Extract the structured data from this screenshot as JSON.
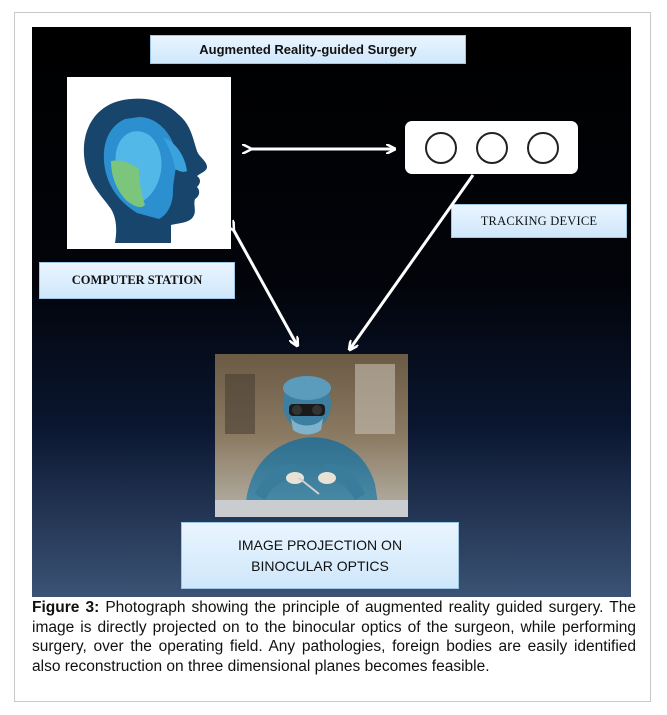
{
  "diagram": {
    "title": "Augmented Reality-guided Surgery",
    "computer_station_label": "COMPUTER STATION",
    "tracking_device_label": "TRACKING DEVICE",
    "projection_label_line1": "IMAGE PROJECTION ON",
    "projection_label_line2": "BINOCULAR OPTICS",
    "tracker_markers": 3
  },
  "caption": {
    "figure_label": "Figure 3:",
    "text": " Photograph showing the principle of augmented reality guided surgery. The image is directly projected on to the binocular optics of the surgeon, while performing surgery, over the operating field. Any pathologies, foreign bodies are easily identified also reconstruction on three dimensional planes becomes feasible."
  },
  "colors": {
    "label_fill": "#d9edfc",
    "head_dark": "#17456b",
    "head_blue": "#2b8fd0",
    "head_light_blue": "#52b8e8",
    "head_green": "#7cc57d",
    "arrow": "#ffffff"
  }
}
